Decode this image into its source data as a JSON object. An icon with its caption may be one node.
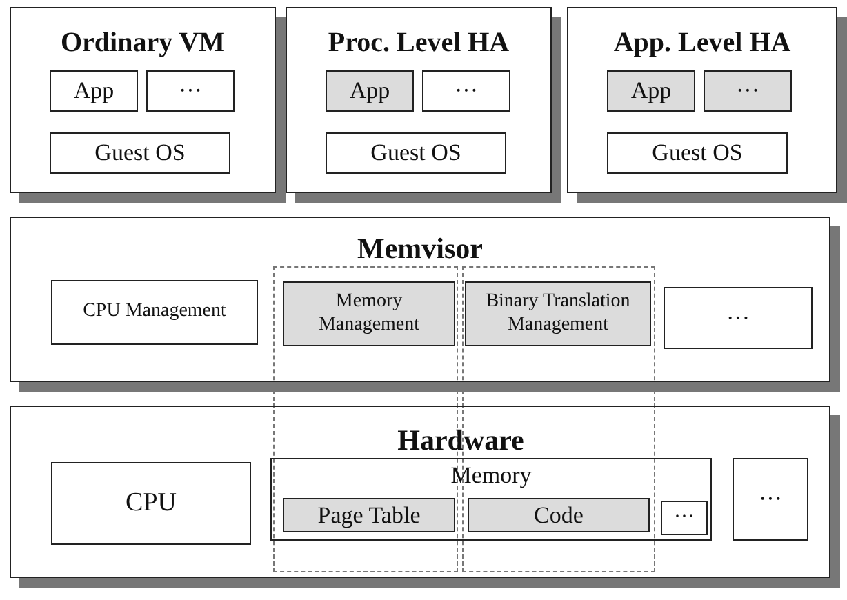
{
  "diagram": {
    "nodes": [
      {
        "text": [
          "Ordinary VM"
        ]
      },
      {
        "text": [
          "App"
        ],
        "in": 0
      },
      {
        "text": [
          "···"
        ],
        "in": 0
      },
      {
        "text": [
          "Guest OS"
        ],
        "in": 0
      },
      {
        "text": [
          "Proc. Level HA"
        ]
      },
      {
        "text": [
          "App"
        ],
        "in": 4
      },
      {
        "text": [
          "···"
        ],
        "in": 4
      },
      {
        "text": [
          "Guest OS"
        ],
        "in": 4
      },
      {
        "text": [
          "App. Level HA"
        ]
      },
      {
        "text": [
          "App"
        ],
        "in": 8
      },
      {
        "text": [
          "···"
        ],
        "in": 8
      },
      {
        "text": [
          "Guest OS"
        ],
        "in": 8
      },
      {
        "text": [
          "Memvisor"
        ]
      },
      {
        "text": [
          "CPU Management"
        ],
        "in": 12
      },
      {
        "text": [
          "Memory Management"
        ]
      },
      {
        "text": [
          "Binary Translation Management"
        ]
      },
      {
        "text": [
          "···"
        ],
        "in": 12
      },
      {
        "text": [
          "Hardware"
        ]
      },
      {
        "text": [
          "CPU"
        ],
        "in": 17
      },
      {
        "text": [
          "Memory"
        ],
        "in": 17
      },
      {
        "text": [
          "Page Table"
        ]
      },
      {
        "text": [
          "Code"
        ]
      },
      {
        "text": [
          "···"
        ],
        "in": 19
      },
      {
        "text": [
          "···"
        ],
        "in": 17
      },
      {
        "text": [],
        "shape": "box"
      },
      {
        "text": [],
        "shape": "box"
      }
    ]
  }
}
